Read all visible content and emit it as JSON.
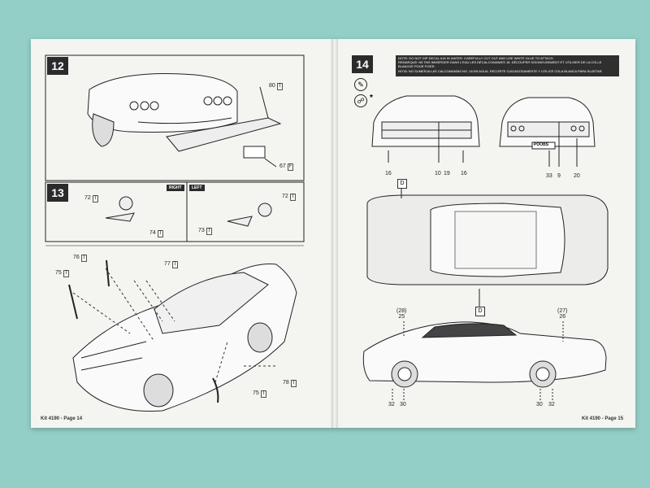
{
  "left_page": {
    "footer": "Kit 4190 - Page 14",
    "step12": {
      "number": "12",
      "parts": [
        {
          "num": "80",
          "tag": "T"
        },
        {
          "num": "67",
          "tag": "F"
        }
      ]
    },
    "step13": {
      "number": "13",
      "right_label": "RIGHT",
      "left_label": "LEFT",
      "parts": [
        {
          "num": "72",
          "tag": "T"
        },
        {
          "num": "74",
          "tag": "T"
        },
        {
          "num": "72",
          "tag": "T"
        },
        {
          "num": "73",
          "tag": "T"
        }
      ]
    },
    "assembly": {
      "parts": [
        {
          "num": "76",
          "tag": "T"
        },
        {
          "num": "77",
          "tag": "T"
        },
        {
          "num": "75",
          "tag": "T"
        },
        {
          "num": "78",
          "tag": "T"
        },
        {
          "num": "75",
          "tag": "T"
        }
      ]
    }
  },
  "right_page": {
    "footer": "Kit 4190 - Page 15",
    "step14": {
      "number": "14",
      "note_lines": [
        "NOTE: DO NOT DIP DECAL #18 IN WATER. CAREFULLY CUT OUT AND USE WHITE GLUE TO ATTACH.",
        "REMARQUE: NE PAS IMMERGER DANS L'EAU LES DÉCALCOMANIES 18. DÉCOUPER SOIGNEUSEMENT ET UTILISER DE LA COLLE BLANCHE POUR FIXER.",
        "NOTA: NO SUMERJA LAS CALCOMANÍAS NO. 18 EN AGUA. RECORTE CUIDADOSAMENTE Y UTILICE COLA BLANCA PARA SUJETAR."
      ],
      "front_parts": [
        "16",
        "10",
        "19",
        "16"
      ],
      "rear_parts": [
        "33",
        "9",
        "20"
      ],
      "plate_text": "POOBS",
      "marker_top": "D",
      "marker_mid": "D",
      "side_parts_top": [
        {
          "top": "(28)",
          "bottom": "25"
        },
        {
          "top": "(27)",
          "bottom": "26"
        }
      ],
      "side_parts_bottom": [
        "32",
        "30",
        "30",
        "32"
      ]
    }
  },
  "colors": {
    "background": "#93cfc6",
    "paper": "#f4f4f1",
    "ink": "#2b2b2b"
  },
  "icons": [
    "paint-icon",
    "sticker-icon"
  ]
}
